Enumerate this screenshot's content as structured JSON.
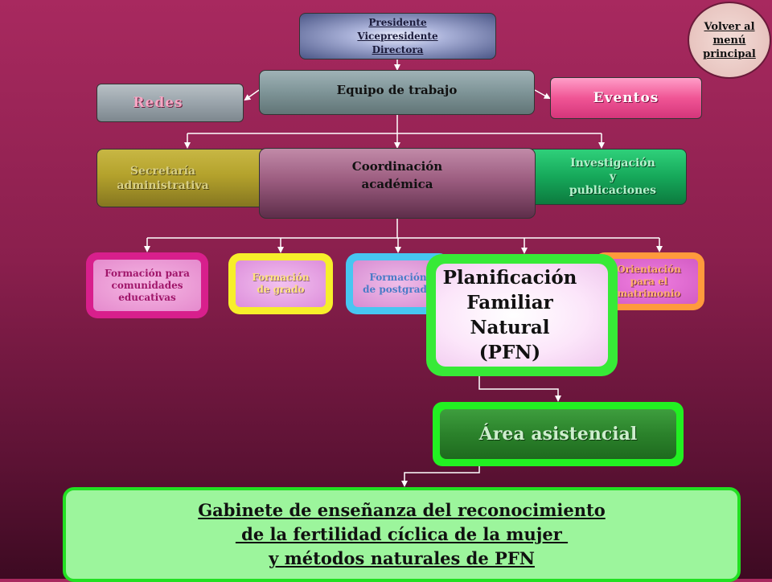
{
  "top": {
    "line1": "Presidente",
    "line2": "Vicepresidente",
    "line3": "Directora"
  },
  "volver": {
    "line1": "Volver al ",
    "line2": "menú ",
    "line3": "principal"
  },
  "equipo": "Equipo de trabajo",
  "redes": "Redes",
  "eventos": "Eventos",
  "secretaria": {
    "line1": "Secretaría",
    "line2": "administrativa"
  },
  "investigacion": {
    "line1": "Investigación",
    "line2": "y",
    "line3": "publicaciones"
  },
  "coordinacion": {
    "line1": "Coordinación",
    "line2": "académica"
  },
  "formacion_comunidades": {
    "line1": "Formación para",
    "line2": "comunidades",
    "line3": "educativas"
  },
  "formacion_grado": {
    "line1": "Formación",
    "line2": "de grado"
  },
  "formacion_postgrado": {
    "line1": "Formación",
    "line2": "de postgrado"
  },
  "orientacion": {
    "line1": "Orientación",
    "line2": "para el",
    "line3": "matrimonio"
  },
  "pfn": {
    "line1": "Planificación",
    "line2": "Familiar",
    "line3": "Natural",
    "line4": "(PFN)"
  },
  "area": "Área asistencial",
  "gabinete": {
    "line1": "Gabinete de enseñanza del reconocimiento",
    "line2": " de la fertilidad cíclica de la mujer ",
    "line3": "y métodos naturales de PFN"
  }
}
